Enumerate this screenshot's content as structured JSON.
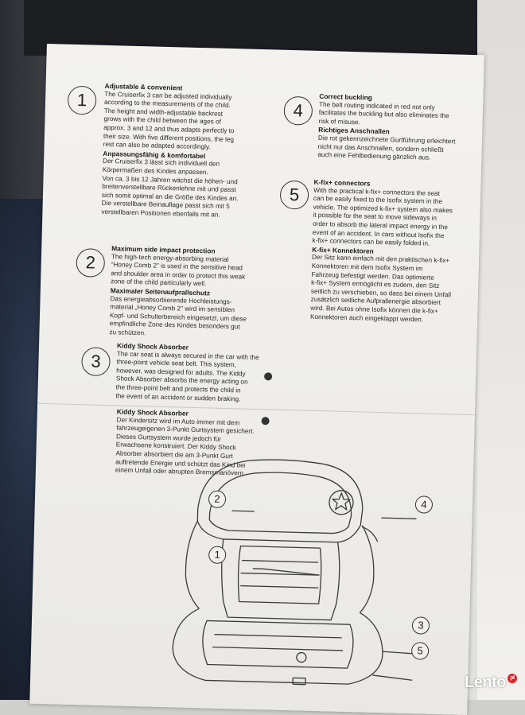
{
  "sections": {
    "s1": {
      "number": "1",
      "heading_en": "Adjustable & convenient",
      "lines_en": [
        "The Cruiserfix 3 can be adjusted individually",
        "according to the measurements of the child.",
        "The height and width-adjustable backrest",
        "grows with the child between the ages of",
        "approx. 3 and 12 and thus adapts perfectly to",
        "their size. With five different positions, the leg",
        "rest can also be adapted accordingly."
      ],
      "heading_de": "Anpassungsfähig & komfortabel",
      "lines_de": [
        "Der Cruiserfix 3 lässt sich individuell den",
        "Körpermaßen des Kindes anpassen.",
        "Von ca. 3 bis 12 Jahren wächst die höhen- und",
        "breitenverstellbare Rückenlehne mit und passt",
        "sich somit optimal an die Größe des Kindes an.",
        "Die verstellbare Beinauflage passt sich mit 5",
        "verstellbaren Positionen ebenfalls mit an."
      ]
    },
    "s2": {
      "number": "2",
      "heading_en": "Maximum side impact protection",
      "lines_en": [
        "The high-tech energy-absorbing material",
        "“Honey Comb 2” is used in the sensitive head",
        "and shoulder area in order to protect this weak",
        "zone of the child particularly well."
      ],
      "heading_de": "Maximaler Seitenaufprallschutz",
      "lines_de": [
        "Das energieabsorbierende Hochleistungs-",
        "material „Honey Comb 2\" wird im sensiblen",
        "Kopf- und Schulterbereich eingesetzt, um diese",
        "empfindliche Zone des Kindes besonders gut",
        "zu schützen."
      ]
    },
    "s3": {
      "number": "3",
      "heading_en": "Kiddy Shock Absorber",
      "lines_en": [
        "The car seat is always secured in the car with the",
        "three-point vehicle seat belt. This system,",
        "however, was designed for adults. The Kiddy",
        "Shock Absorber absorbs the energy acting on",
        "the three-point belt and protects the child in",
        "the event of an accident or sudden braking."
      ],
      "heading_de": "Kiddy Shock Absorber",
      "lines_de": [
        "Der Kindersitz wird im Auto immer mit dem",
        "fahrzeugeigenen 3-Punkt Gurtsystem gesichert.",
        "Dieses Gurtsystem wurde jedoch für",
        "Erwachsene konstruiert. Der Kiddy Shock",
        "Absorber absorbiert die am 3-Punkt Gurt",
        "auftretende Energie und schützt das Kind bei",
        "einem Unfall oder abrupten Bremsmanövern."
      ]
    },
    "s4": {
      "number": "4",
      "heading_en": "Correct buckling",
      "lines_en": [
        "The belt routing indicated in red not only",
        "facilitates the buckling but also eliminates the",
        "risk of misuse."
      ],
      "heading_de": "Richtiges Anschnallen",
      "lines_de": [
        "Die rot gekennzeichnete Gurtführung erleichtert",
        "nicht nur das Anschnallen, sondern schließt",
        "auch eine Fehlbedienung gänzlich aus."
      ]
    },
    "s5": {
      "number": "5",
      "heading_en": "K-fix+ connectors",
      "lines_en": [
        "With the practical k-fix+ connectors the seat",
        "can be easily fixed to the Isofix system in the",
        "vehicle. The optimized k-fix+ system also makes",
        "it possible for the seat to move sideways in",
        "order to absorb the lateral impact energy in the",
        "event of an accident. In cars without Isofix the",
        "k-fix+ connectors can be easily folded in."
      ],
      "heading_de": "K-fix+ Konnektoren",
      "lines_de": [
        "Der Sitz kann einfach mit den praktischen k-fix+",
        "Konnektoren mit dem Isofix System im",
        "Fahrzeug befestigt werden. Das optimierte",
        "k-fix+ System ermöglicht es zudem, den Sitz",
        "seitlich zu verschieben, so dass bei einem Unfall",
        "zusätzlich seitliche Aufprallenergie absorbiert",
        "wird. Bei Autos ohne Isofix können die k-fix+",
        "Konnektoren auch eingeklappt werden."
      ]
    }
  },
  "diagram": {
    "callouts": [
      "2",
      "4",
      "1",
      "3",
      "5"
    ]
  },
  "watermark": {
    "text": "Lento",
    "suffix": "pl"
  },
  "colors": {
    "paper": "#f1f0ec",
    "ink": "#2a2a2a"
  }
}
